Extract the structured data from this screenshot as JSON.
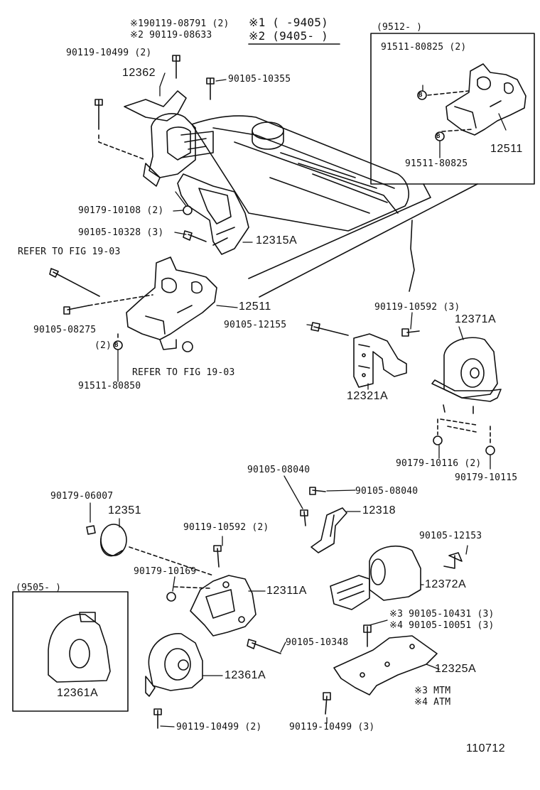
{
  "labels": {
    "note1_top": "※190119-08791 (2)",
    "note2_top": "※2 90119-08633",
    "legend1": "※1 (      -9405)",
    "legend2": "※2 (9405-      )",
    "inset_right_date": "(9512-        )",
    "b_90119_10499_2_top": "90119-10499 (2)",
    "p_12362": "12362",
    "b_90105_10355": "90105-10355",
    "b_91511_80825_2": "91511-80825 (2)",
    "p_12511_inset": "12511",
    "b_91511_80825": "91511-80825",
    "b_90179_10108": "90179-10108 (2)",
    "b_90105_10328": "90105-10328 (3)",
    "p_12315A": "12315A",
    "refer_1": "REFER TO FIG 19-03",
    "p_12511": "12511",
    "b_90105_08275": "90105-08275",
    "qty2": "(2)",
    "refer_2": "REFER TO FIG 19-03",
    "b_91511_80850": "91511-80850",
    "b_90119_10592_3": "90119-10592 (3)",
    "b_90105_12155": "90105-12155",
    "p_12371A": "12371A",
    "p_12321A": "12321A",
    "b_90179_10116": "90179-10116 (2)",
    "b_90179_10115": "90179-10115",
    "b_90105_08040_a": "90105-08040",
    "b_90105_08040_b": "90105-08040",
    "b_90179_06007": "90179-06007",
    "p_12351": "12351",
    "p_12318": "12318",
    "b_90119_10592_2": "90119-10592 (2)",
    "b_90105_12153": "90105-12153",
    "b_90179_10169": "90179-10169",
    "p_12311A": "12311A",
    "p_12372A": "12372A",
    "inset_left_date": "(9505-        )",
    "b_90105_10431": "※3 90105-10431 (3)",
    "b_90105_10051": "※4 90105-10051 (3)",
    "b_90105_10348": "90105-10348",
    "p_12361A": "12361A",
    "p_12361A_inset": "12361A",
    "p_12325A": "12325A",
    "note_mtm": "※3 MTM",
    "note_atm": "※4 ATM",
    "b_90119_10499_2_bot": "90119-10499 (2)",
    "b_90119_10499_3": "90119-10499 (3)",
    "fig_number": "110712"
  }
}
